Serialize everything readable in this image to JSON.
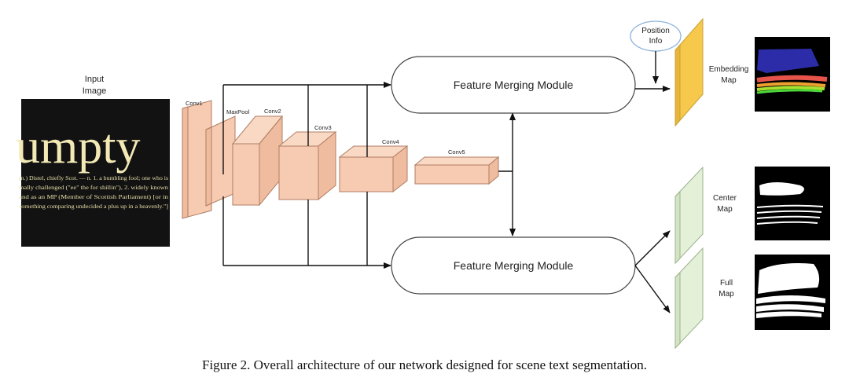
{
  "labels": {
    "input": [
      "Input",
      "Image"
    ],
    "conv1": "Conv1",
    "maxpool": "MaxPool",
    "conv2": "Conv2",
    "conv3": "Conv3",
    "conv4": "Conv4",
    "conv5": "Conv5",
    "fmm_top": "Feature Merging Module",
    "fmm_bottom": "Feature Merging Module",
    "position_info": [
      "Position",
      "Info"
    ],
    "embedding_map": [
      "Embedding",
      "Map"
    ],
    "center_map": [
      "Center",
      "Map"
    ],
    "full_map": [
      "Full",
      "Map"
    ]
  },
  "input_image": {
    "word": "umpty",
    "lines": [
      "(n.) Distel, chiefly Scot. — n. 1. a bumbling fool; one who is",
      "mally challenged (\"ee\" the for shillin\"), 2. widely known",
      "and as an MP (Member of Scottish Parliament) [or in",
      "something comparing undecided a plus up in a heavenly.\"]"
    ]
  },
  "caption": "Figure 2. Overall architecture of our network designed for scene text segmentation.",
  "colors": {
    "block_fill": "#f7cbb1",
    "block_stroke": "#b07e63",
    "embedding_fill": "#f6c84c",
    "map_panel_fill": "#e4f0d8",
    "map_panel_stroke": "#9cb38c",
    "position_ellipse": "#8fb4dd",
    "arrow": "#111111"
  }
}
